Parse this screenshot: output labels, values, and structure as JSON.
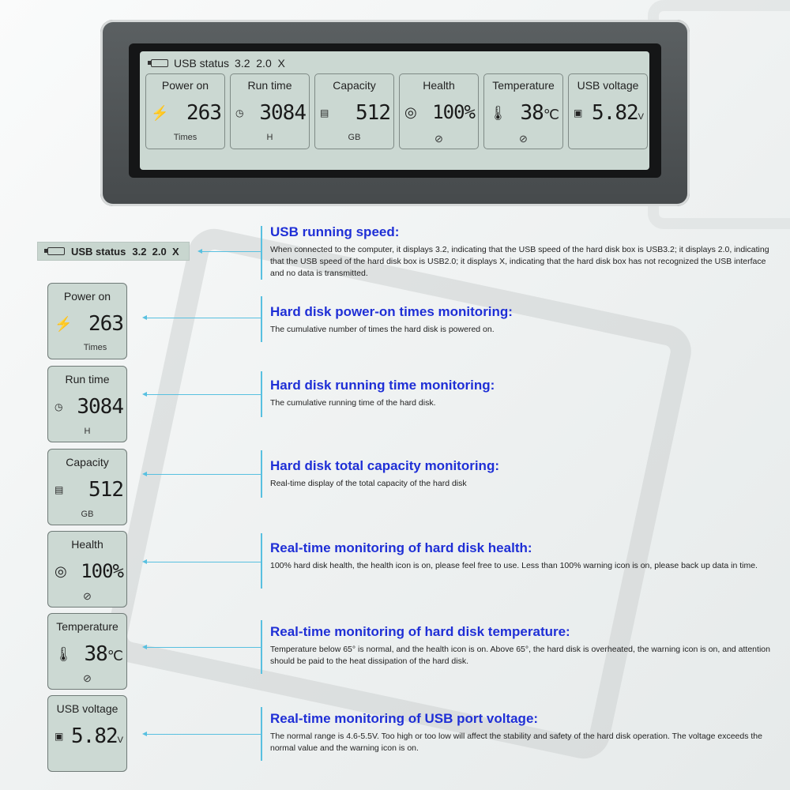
{
  "screen": {
    "status_label": "USB status",
    "status_values": "3.2  2.0  X",
    "cells": [
      {
        "title": "Power on",
        "value": "263",
        "unit": "Times",
        "icon": "power-plug-icon"
      },
      {
        "title": "Run time",
        "value": "3084",
        "unit": "H",
        "icon": "clock-icon"
      },
      {
        "title": "Capacity",
        "value": "512",
        "unit": "GB",
        "icon": "disk-icon"
      },
      {
        "title": "Health",
        "value": "100%",
        "unit": "",
        "icon": "health-icon"
      },
      {
        "title": "Temperature",
        "value": "38",
        "unit": "℃",
        "icon": "thermometer-icon"
      },
      {
        "title": "USB voltage",
        "value": "5.82",
        "unit": "V",
        "icon": "voltage-icon"
      }
    ]
  },
  "side": {
    "status_label": "USB status",
    "status_values": "3.2  2.0  X"
  },
  "sections": [
    {
      "heading": "USB running speed:",
      "text": "When connected to the computer, it displays 3.2, indicating that the USB speed of the hard disk box is USB3.2; it displays 2.0, indicating that the USB speed of the hard disk box is USB2.0; it displays X, indicating that the hard disk box has not recognized the USB interface and no data is transmitted."
    },
    {
      "heading": "Hard disk power-on times monitoring:",
      "text": "The cumulative number of times the hard disk is powered on."
    },
    {
      "heading": "Hard disk running time monitoring:",
      "text": "The cumulative running time of the hard disk."
    },
    {
      "heading": "Hard disk total capacity monitoring:",
      "text": "Real-time display of the total capacity of the hard disk"
    },
    {
      "heading": "Real-time monitoring of hard disk health:",
      "text": "100% hard disk health, the health icon is on, please feel free to use. Less than 100% warning icon is on, please back up data in time."
    },
    {
      "heading": "Real-time monitoring of hard disk temperature:",
      "text": "Temperature below 65° is normal, and the health icon is on. Above 65°, the hard disk is overheated, the warning icon is on, and attention should be paid to the heat dissipation of the hard disk."
    },
    {
      "heading": "Real-time monitoring of USB port voltage:",
      "text": "The normal range is 4.6-5.5V. Too high or too low will affect the stability and safety of the hard disk operation. The voltage exceeds the normal value and the warning icon is on."
    }
  ],
  "colors": {
    "heading": "#1f2fd6",
    "connector": "#58c0e0",
    "lcd": "#cbd8d2"
  }
}
